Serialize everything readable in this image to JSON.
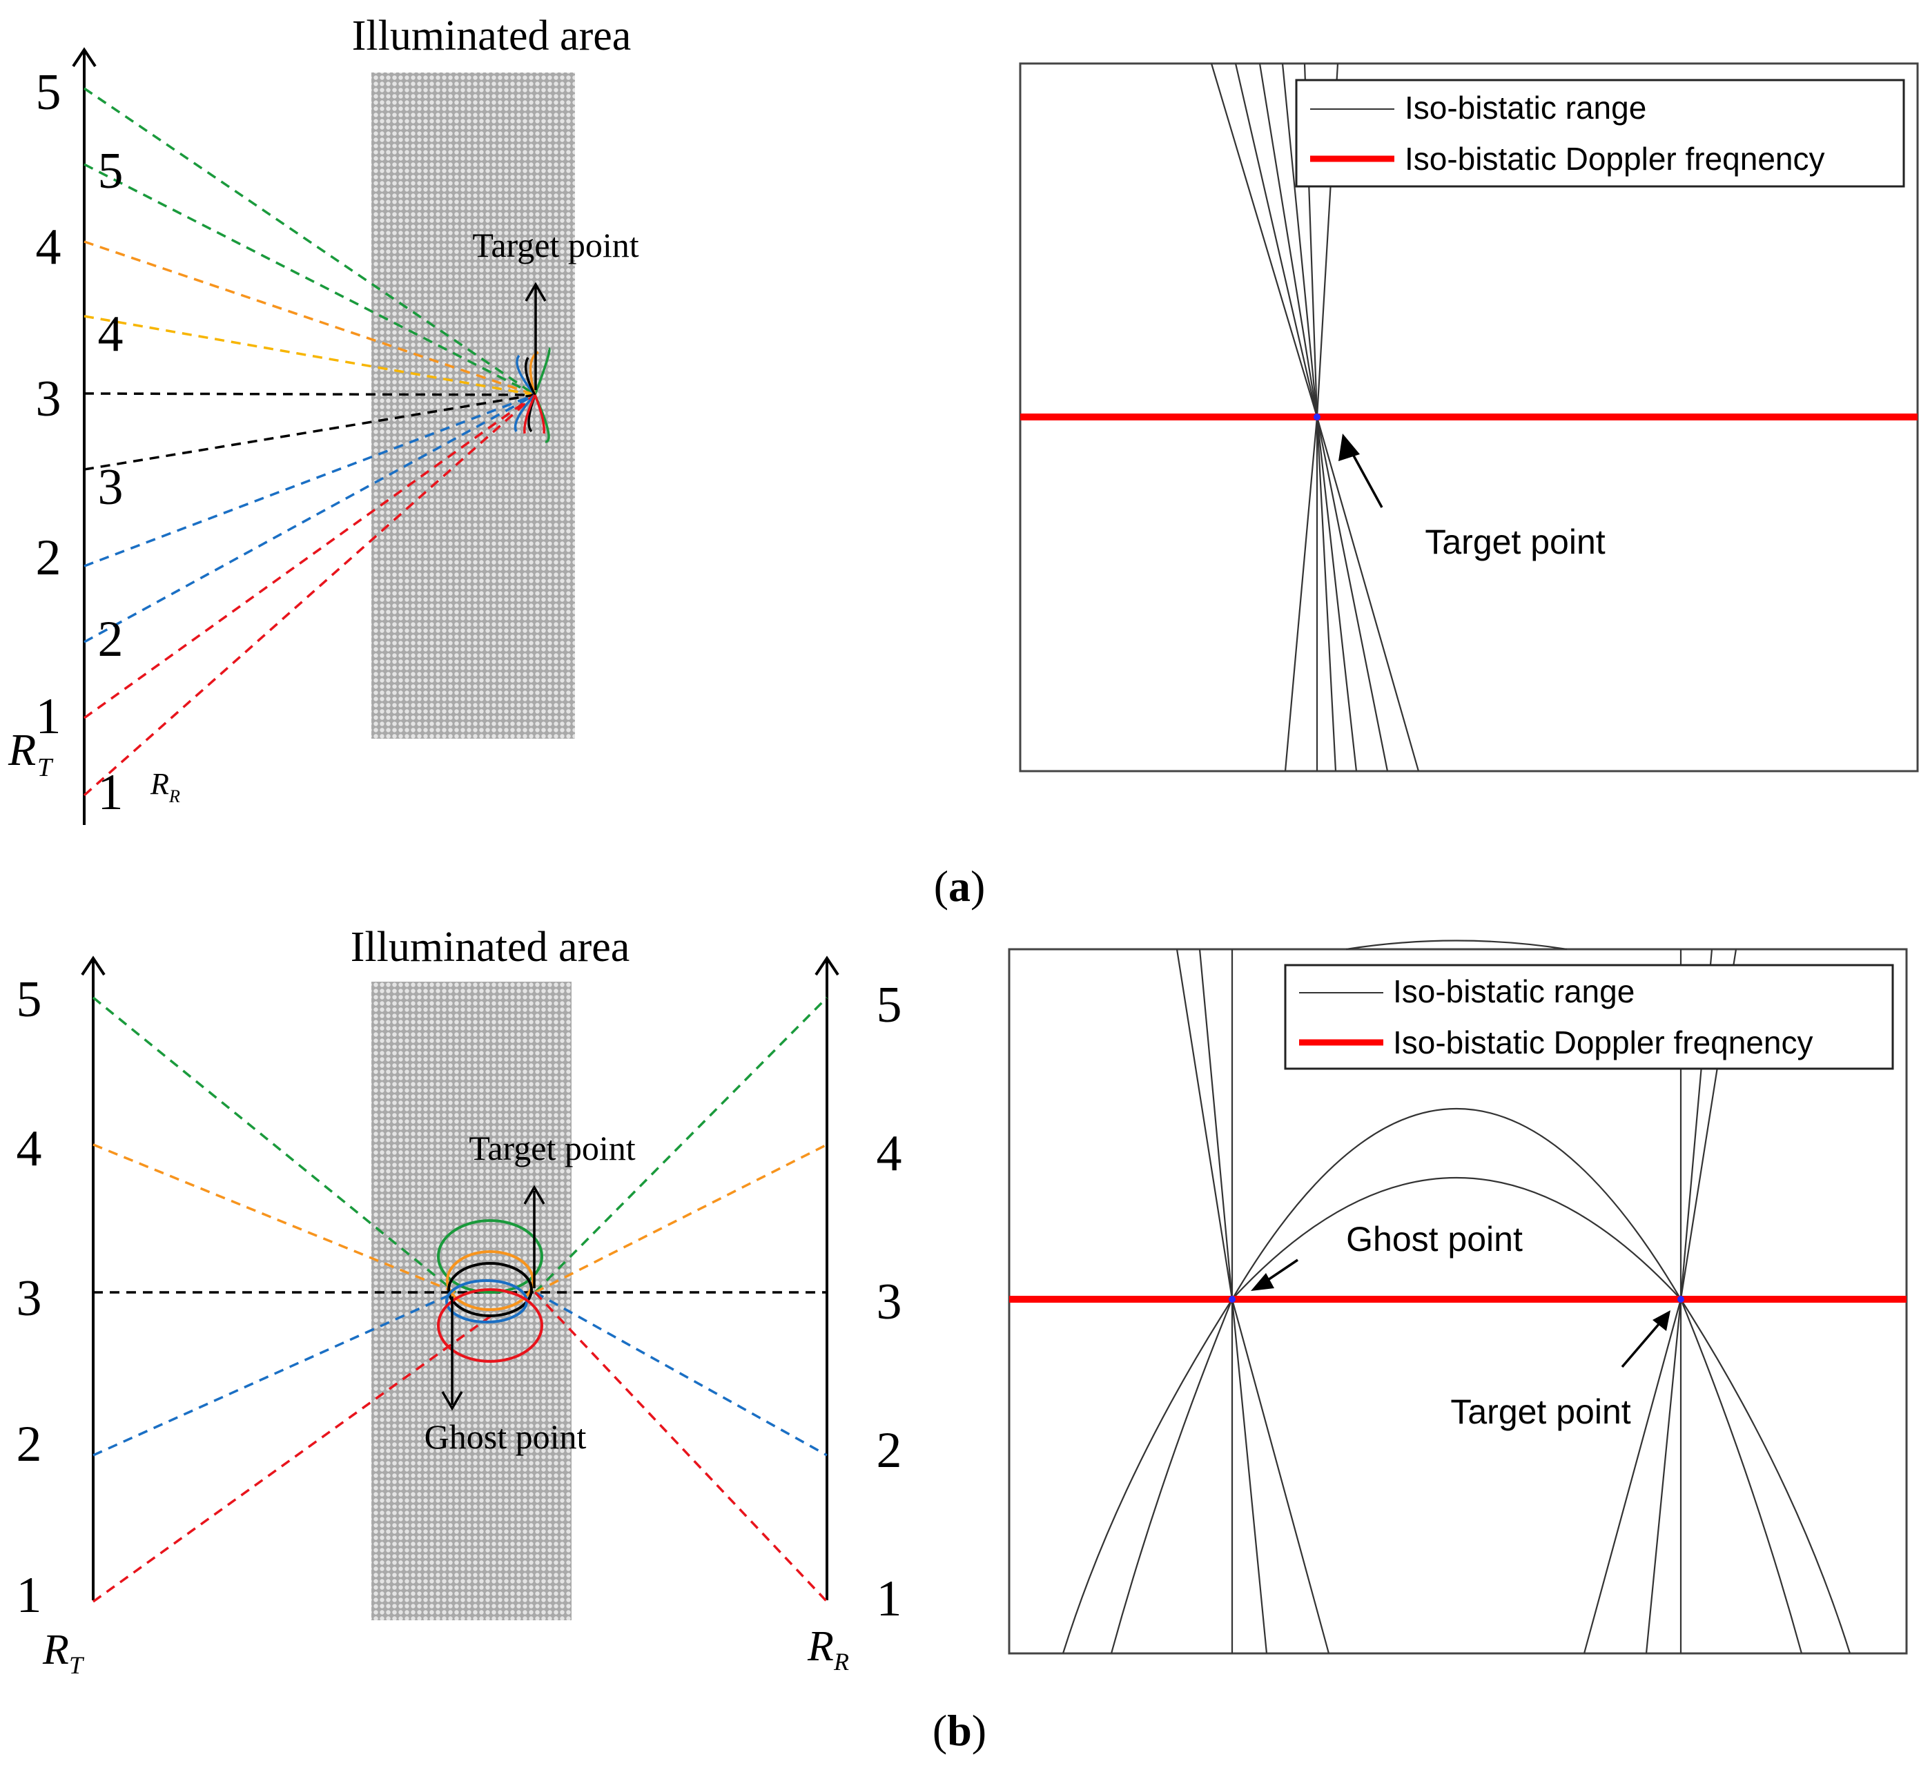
{
  "panel_a": {
    "label_open": "(",
    "label_letter": "a",
    "label_close": ")",
    "diagram": {
      "title": "Illuminated area",
      "target_label": "Target point",
      "axis_t_label": "R",
      "axis_t_sub": "T",
      "axis_r_label": "R",
      "axis_r_sub": "R",
      "t_ticks": [
        "1",
        "2",
        "3",
        "4",
        "5"
      ],
      "r_ticks": [
        "1",
        "2",
        "3",
        "4",
        "5"
      ]
    },
    "plot": {
      "legend": {
        "range_label": "Iso-bistatic range",
        "doppler_label": "Iso-bistatic Doppler freqnency"
      },
      "annotation": "Target point"
    }
  },
  "panel_b": {
    "label_open": "(",
    "label_letter": "b",
    "label_close": ")",
    "diagram": {
      "title": "Illuminated area",
      "target_label": "Target point",
      "ghost_label": "Ghost point",
      "axis_t_label": "R",
      "axis_t_sub": "T",
      "axis_r_label": "R",
      "axis_r_sub": "R",
      "t_ticks": [
        "1",
        "2",
        "3",
        "4",
        "5"
      ],
      "r_ticks": [
        "1",
        "2",
        "3",
        "4",
        "5"
      ]
    },
    "plot": {
      "legend": {
        "range_label": "Iso-bistatic range",
        "doppler_label": "Iso-bistatic Doppler freqnency"
      },
      "annotation_ghost": "Ghost point",
      "annotation_target": "Target point"
    }
  },
  "colors": {
    "level_1": "#e8141c",
    "level_2": "#1a6fc4",
    "level_3": "#000000",
    "level_4a": "#f7941d",
    "level_4b": "#f7b500",
    "level_5": "#1a9a3c",
    "doppler_line": "#ff0000",
    "range_line": "#333333",
    "illuminated_fill": "#c4c4c4"
  }
}
